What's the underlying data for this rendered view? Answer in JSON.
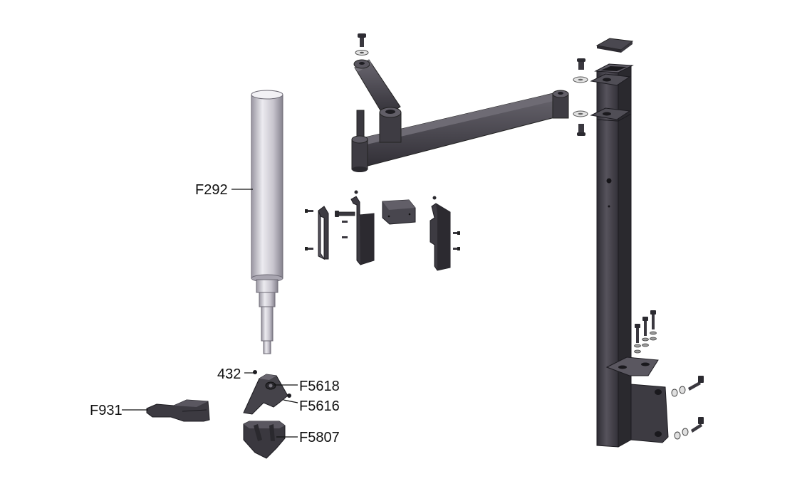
{
  "callouts": {
    "f292": "F292",
    "c432": "432",
    "f5618": "F5618",
    "f5616": "F5616",
    "f931": "F931",
    "f5807": "F5807"
  },
  "colors": {
    "steel_dark": "#3c3a40",
    "steel_mid": "#56535c",
    "steel_light": "#7a7780",
    "silver_light": "#e6e4ea",
    "silver_mid": "#bdbac4",
    "silver_dark": "#8c8995",
    "washer": "#d8d8d8"
  }
}
